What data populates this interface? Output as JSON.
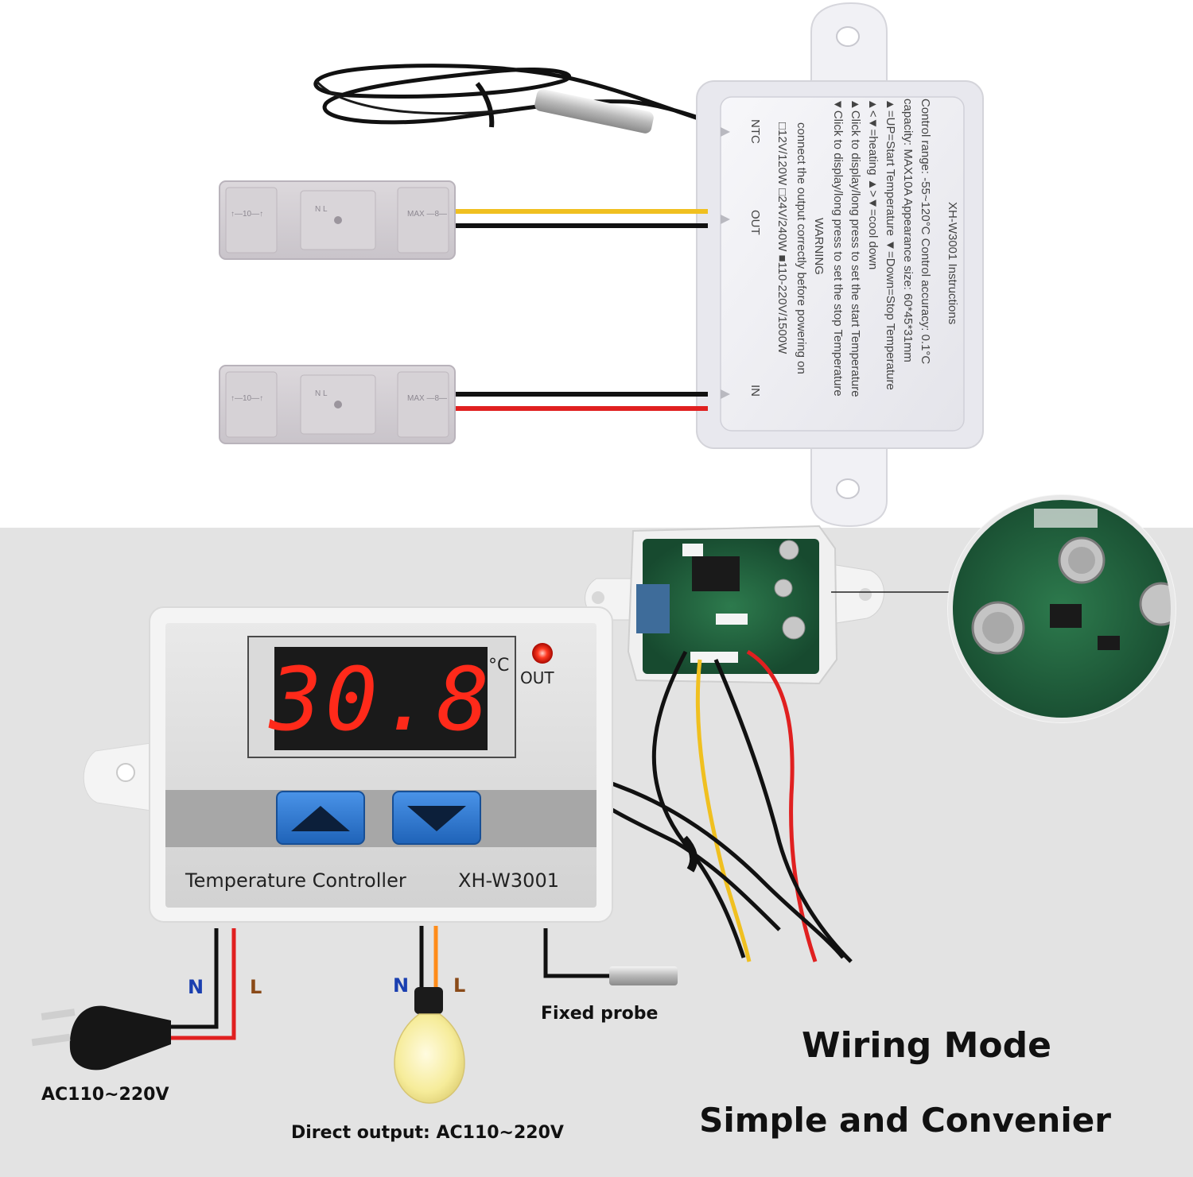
{
  "colors": {
    "panel_bg": "#dedede",
    "display_red": "#ff2a1a",
    "button_blue": "#2f79d2",
    "wire_black": "#111111",
    "wire_red": "#e02020",
    "wire_yellow": "#f0c020",
    "wire_orange": "#ff8c1a",
    "pcb_green": "#1f5a3a",
    "label_blue": "#1a3fb0",
    "label_brown": "#8a4a18"
  },
  "instruction_box": {
    "title": "XH-W3001 Instructions",
    "lines": [
      "Control range: -55~120°C   Control accuracy: 0.1°C",
      "capacity: MAX10A      Appearance size: 60*45*31mm",
      "▲=UP=Start Temperature    ▼=Down=Stop Temperature",
      "▲<▼=heating          ▲>▼=cool down",
      "▲Click to display/long press to set the start Temperature",
      "▼Click to display/long press to set the stop Temperature",
      "WARNING",
      "connect the output correctly before powering on",
      "□12V/120W  □24V/240W  ■110-220V/1500W"
    ],
    "port_ntc": "NTC",
    "port_out": "OUT",
    "port_in": "IN"
  },
  "connector_marks": {
    "left": "↑—10—↑",
    "center": "N   L",
    "right": "MAX\n—8—"
  },
  "controller": {
    "display_value": "30.8",
    "unit": "°C",
    "indicator_label": "OUT",
    "up_button": "up-arrow-icon",
    "down_button": "down-arrow-icon",
    "name": "Temperature Controller",
    "model": "XH-W3001"
  },
  "wiring": {
    "input_n": "N",
    "input_l": "L",
    "output_n": "N",
    "output_l": "L",
    "power_label": "AC110~220V",
    "output_label": "Direct output: AC110~220V",
    "probe_label": "Fixed probe"
  },
  "headline": {
    "line1": "Wiring Mode",
    "line2": "Simple and Convenier"
  }
}
